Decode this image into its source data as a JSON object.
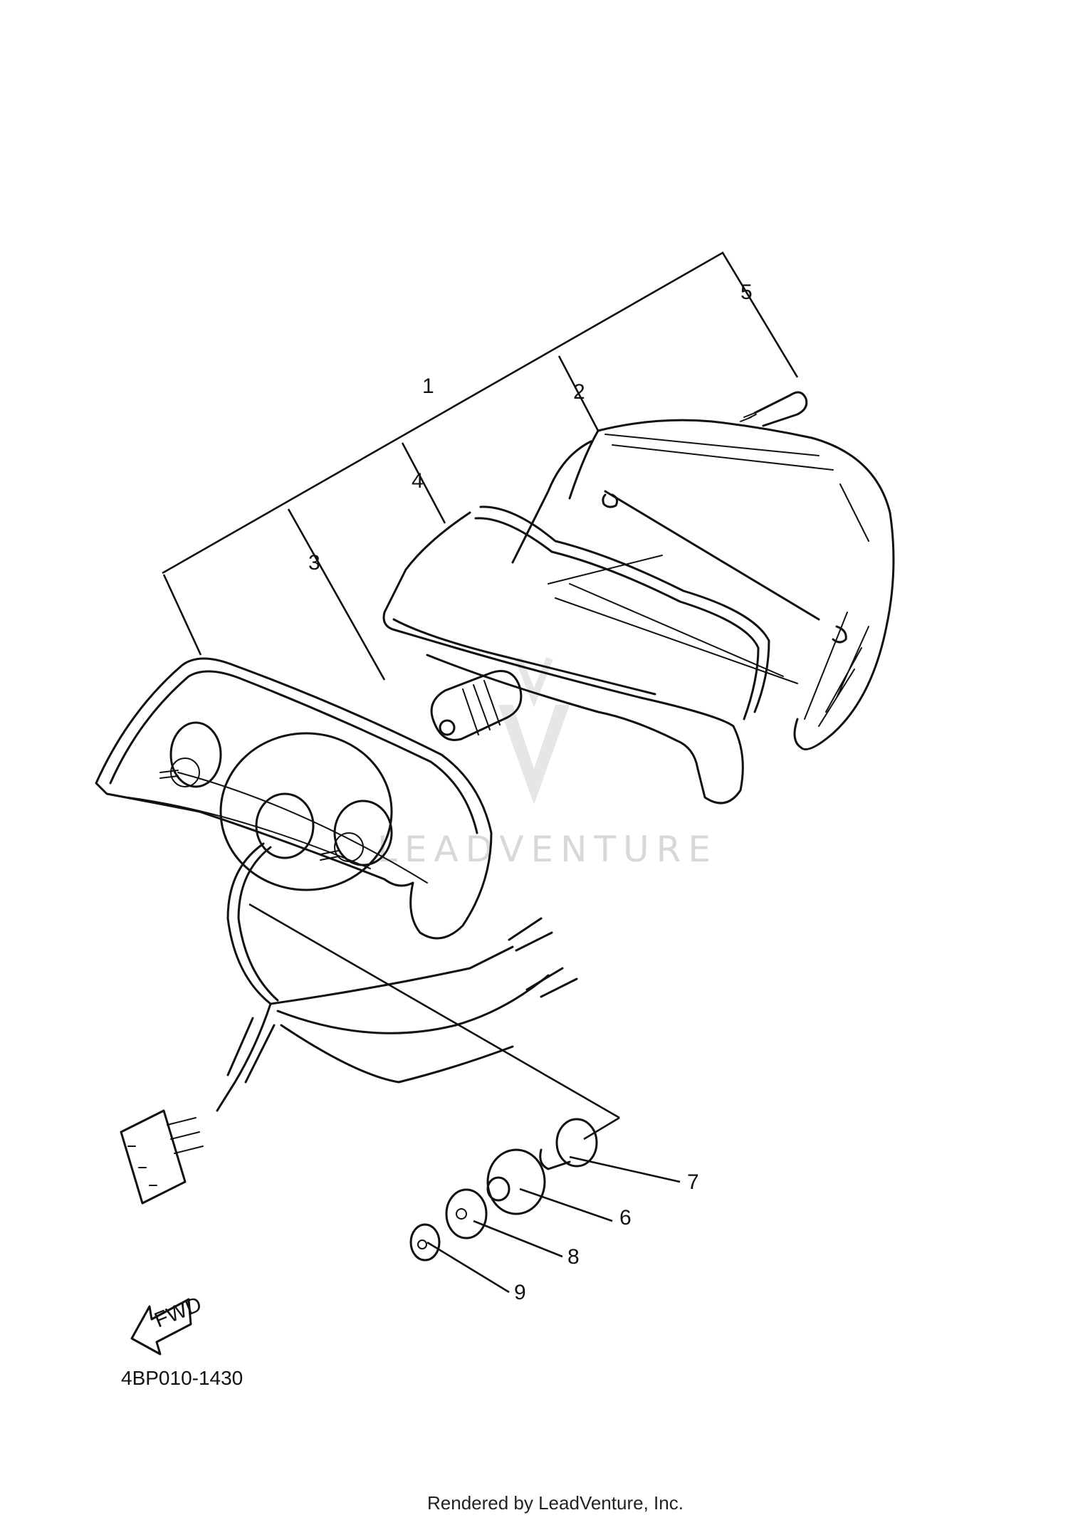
{
  "diagram": {
    "part_number_code": "4BP010-1430",
    "footer_credit": "Rendered by LeadVenture, Inc.",
    "watermark_text": "LEADVENTURE",
    "fwd_arrow_label": "FWD",
    "callouts": [
      {
        "label": "1"
      },
      {
        "label": "2"
      },
      {
        "label": "3"
      },
      {
        "label": "4"
      },
      {
        "label": "5"
      },
      {
        "label": "6"
      },
      {
        "label": "7"
      },
      {
        "label": "8"
      },
      {
        "label": "9"
      }
    ]
  }
}
